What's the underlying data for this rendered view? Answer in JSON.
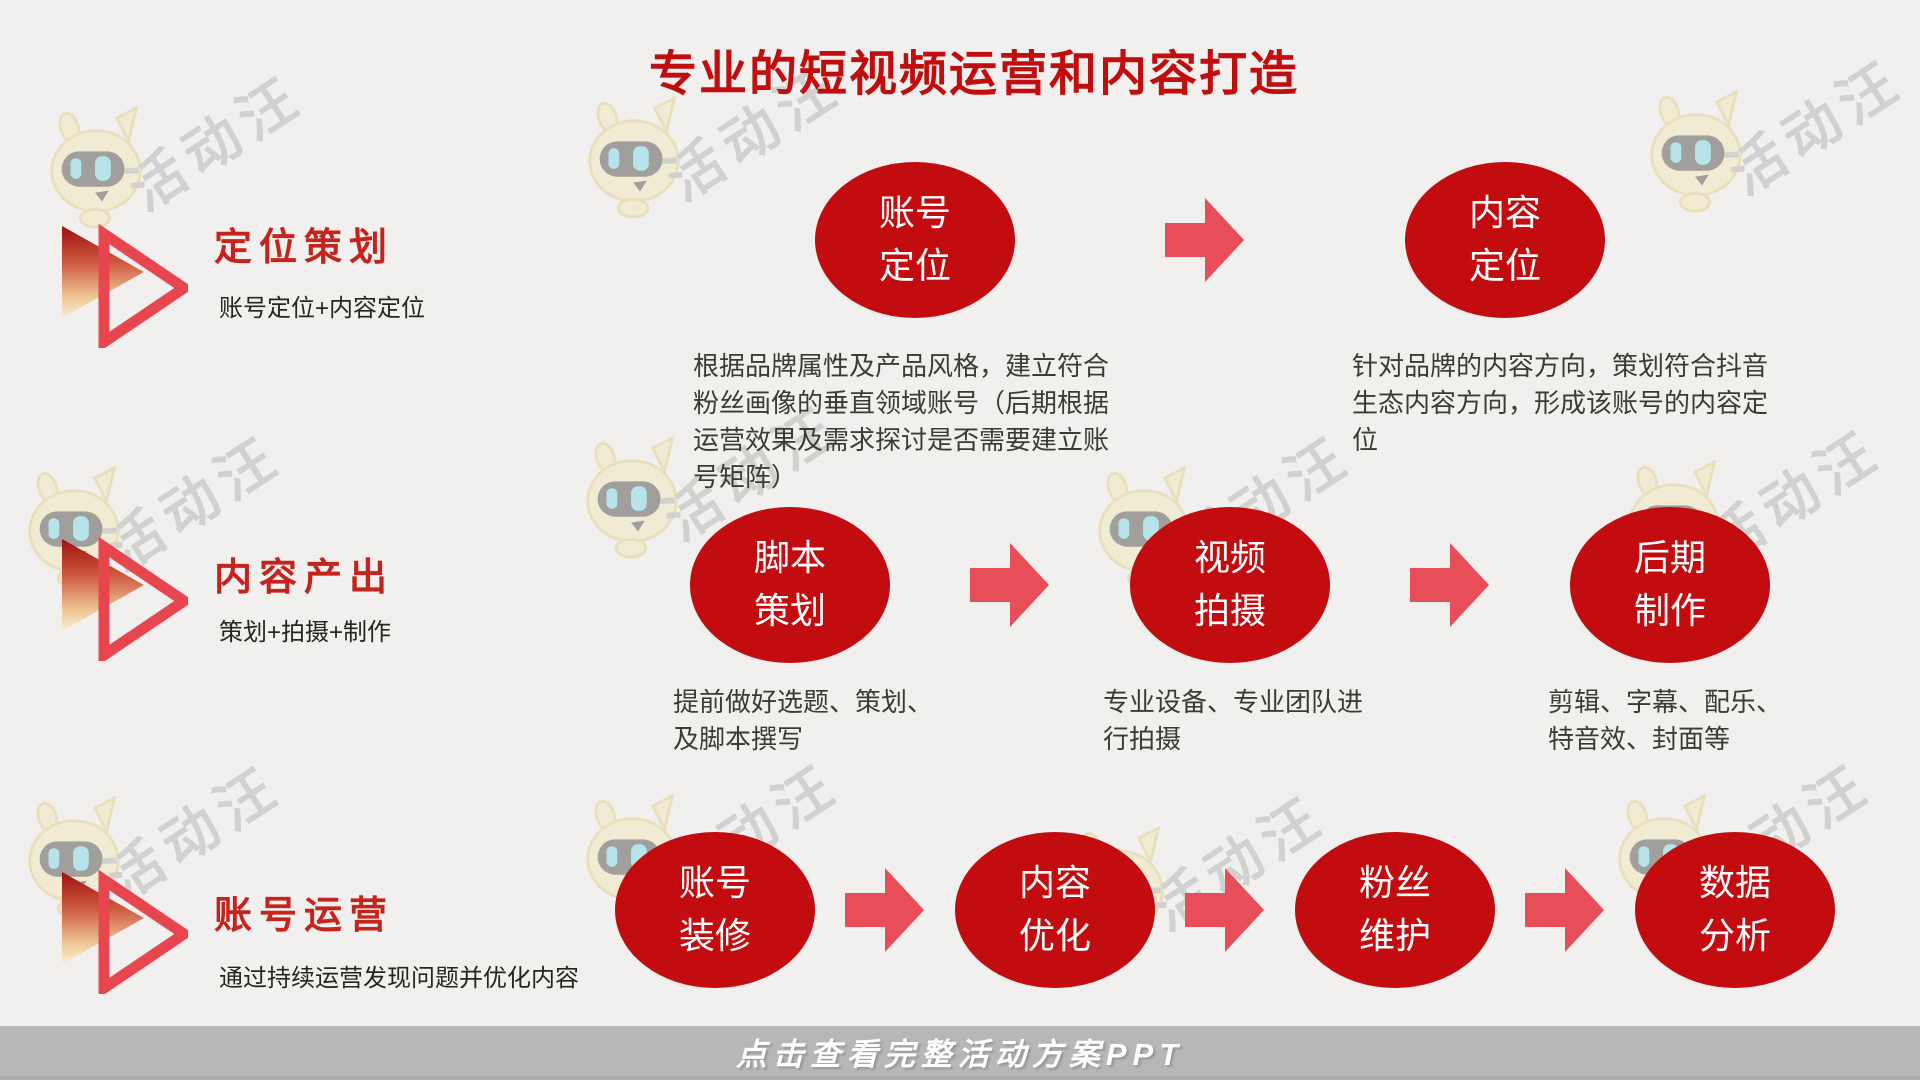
{
  "title": "专业的短视频运营和内容打造",
  "watermark": {
    "brand": "活动汪"
  },
  "footer": {
    "label": "点击查看完整活动方案PPT"
  },
  "colors": {
    "background": "#F1F0EE",
    "node_red": "#C20C10",
    "flow_arrow_red": "#E84E57",
    "title_red": "#C10D0D",
    "heading_red": "#C5241D",
    "body_text": "#3C3B33",
    "footer_bar_gray": "#B7B7B7",
    "footer_text": "#FFFFFF",
    "step_icon_gradient_top": "#9E1010",
    "step_icon_gradient_bottom": "#F8EFD3",
    "watermark_cream": "#F2E8BC",
    "watermark_eye_cyan": "#7ED9E9"
  },
  "rows": [
    {
      "heading": "定位策划",
      "subtitle": "账号定位+内容定位",
      "nodes": [
        {
          "line1": "账号",
          "line2": "定位"
        },
        {
          "line1": "内容",
          "line2": "定位"
        }
      ],
      "descriptions": [
        {
          "lines": [
            "根据品牌属性及产品风格，建立符合",
            "粉丝画像的垂直领域账号（后期根据",
            "运营效果及需求探讨是否需要建立账",
            "号矩阵）"
          ]
        },
        {
          "lines": [
            "针对品牌的内容方向，策划符合抖音",
            "生态内容方向，形成该账号的内容定",
            "位"
          ]
        }
      ]
    },
    {
      "heading": "内容产出",
      "subtitle": "策划+拍摄+制作",
      "nodes": [
        {
          "line1": "脚本",
          "line2": "策划"
        },
        {
          "line1": "视频",
          "line2": "拍摄"
        },
        {
          "line1": "后期",
          "line2": "制作"
        }
      ],
      "descriptions": [
        {
          "lines": [
            "提前做好选题、策划、",
            "及脚本撰写"
          ]
        },
        {
          "lines": [
            "专业设备、专业团队进",
            "行拍摄"
          ]
        },
        {
          "lines": [
            "剪辑、字幕、配乐、",
            "特音效、封面等"
          ]
        }
      ]
    },
    {
      "heading": "账号运营",
      "subtitle": "通过持续运营发现问题并优化内容",
      "nodes": [
        {
          "line1": "账号",
          "line2": "装修"
        },
        {
          "line1": "内容",
          "line2": "优化"
        },
        {
          "line1": "粉丝",
          "line2": "维护"
        },
        {
          "line1": "数据",
          "line2": "分析"
        }
      ],
      "descriptions": []
    }
  ]
}
